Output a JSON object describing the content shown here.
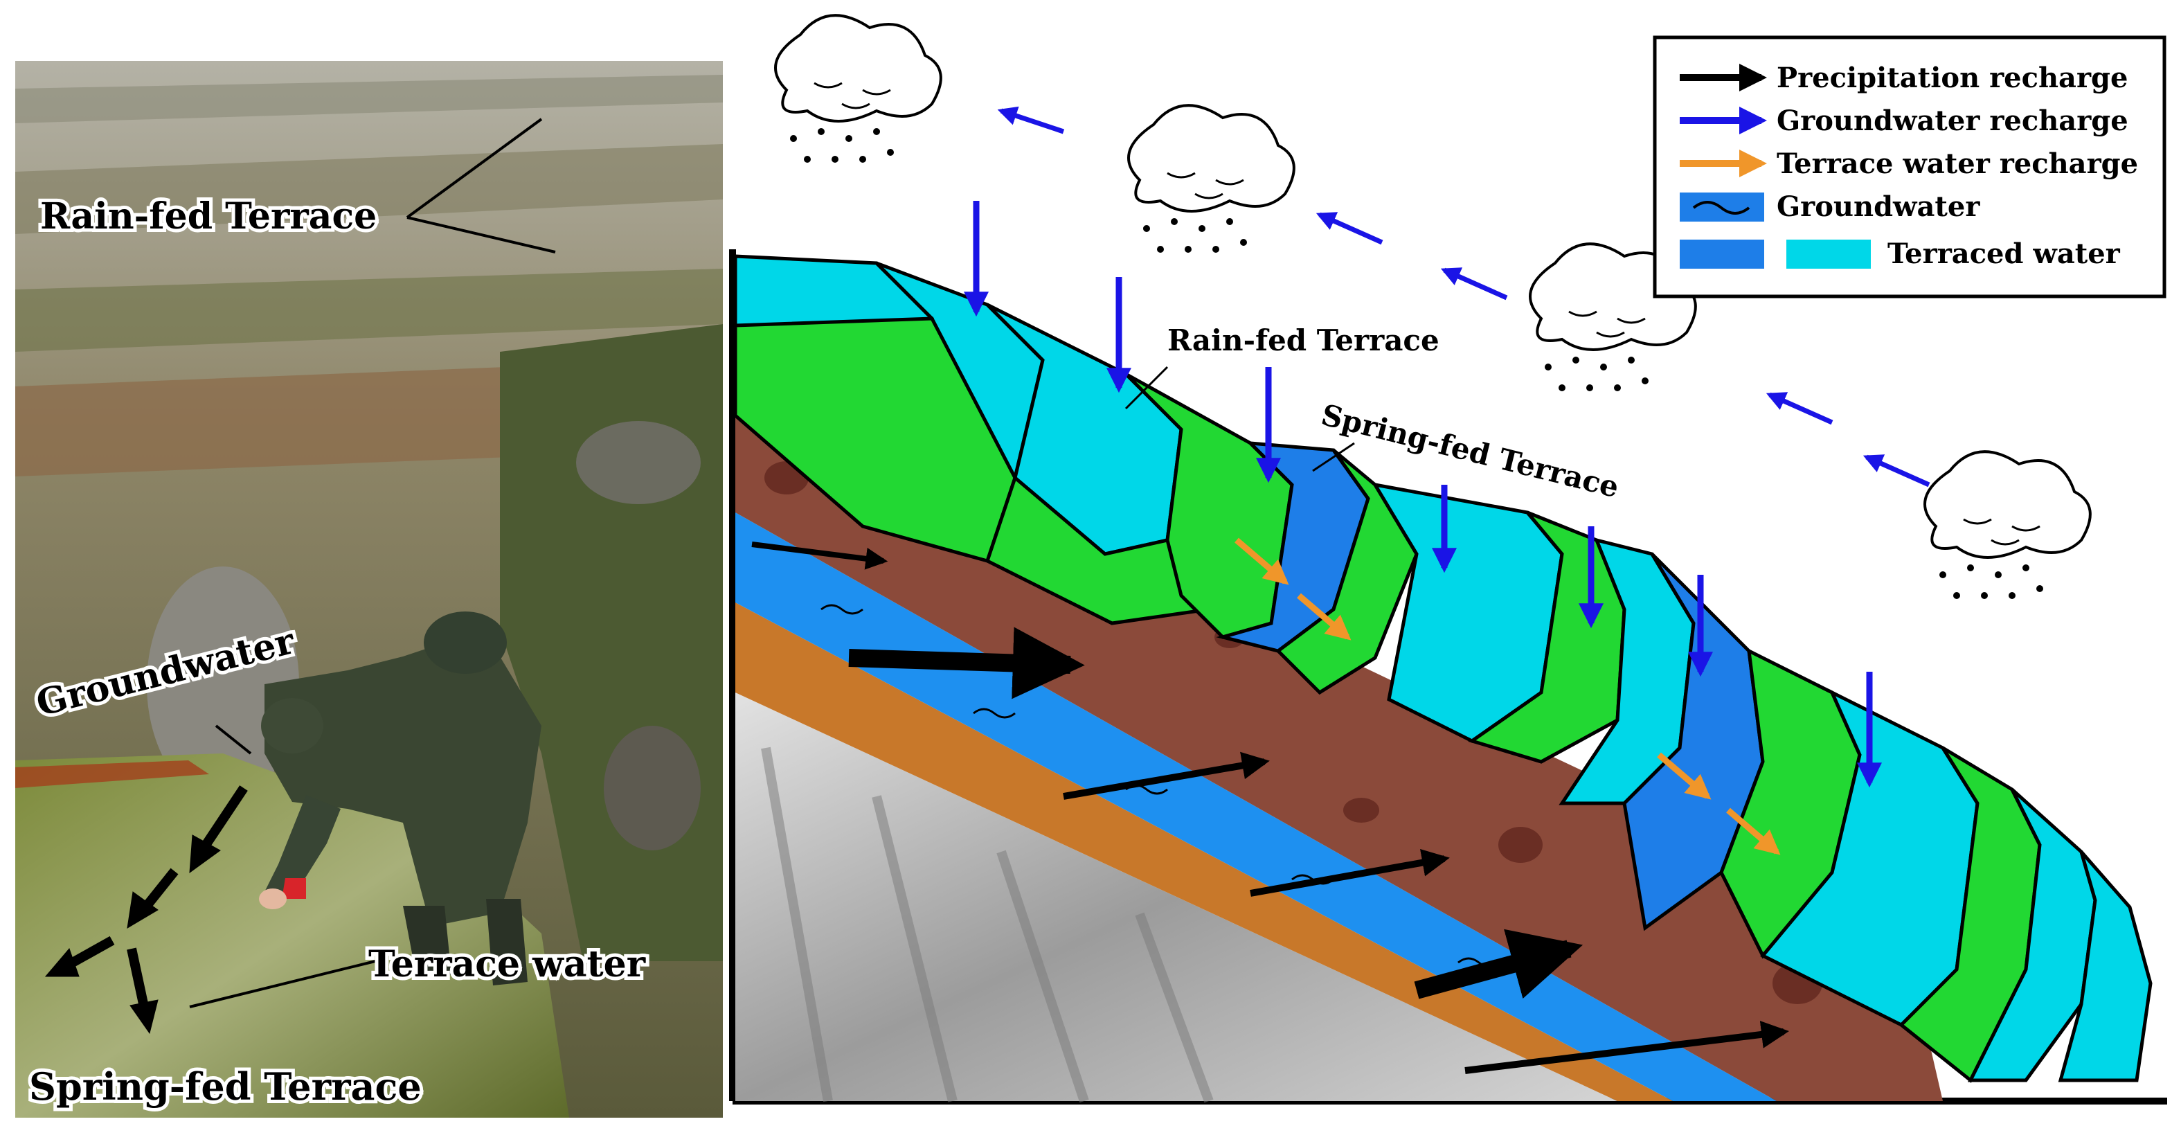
{
  "photo": {
    "rain_fed_label": "Rain-fed Terrace",
    "groundwater_label": "Groundwater",
    "terrace_water_label": "Terrace water",
    "spring_fed_label": "Spring-fed Terrace"
  },
  "diagram": {
    "rain_fed_label": "Rain-fed Terrace",
    "spring_fed_label": "Spring-fed Terrace"
  },
  "legend": {
    "items": [
      {
        "label": "Precipitation recharge",
        "swatch": "black-arrow",
        "color": "#000000"
      },
      {
        "label": "Groundwater recharge",
        "swatch": "blue-arrow",
        "color": "#1a14e6"
      },
      {
        "label": "Terrace water recharge",
        "swatch": "orange-arrow",
        "color": "#f0962a"
      },
      {
        "label": "Groundwater",
        "swatch": "groundwater-wave",
        "color": "#1e7ee8"
      },
      {
        "label": "Terraced water",
        "swatch": "terraced-water-boxes",
        "colors": [
          "#1e7ee8",
          "#00d7e8"
        ]
      }
    ]
  },
  "colors": {
    "terrace_green": "#22d833",
    "terrace_water_light": "#00d7e8",
    "terrace_water_dark": "#1e7ee8",
    "soil_brown": "#8b4a3a",
    "aquifer_blue": "#1e90f0",
    "sediment_orange": "#c8782a",
    "bedrock_gray": "#bcbcbc",
    "recharge_blue": "#1a14e6",
    "recharge_orange": "#f0962a"
  }
}
